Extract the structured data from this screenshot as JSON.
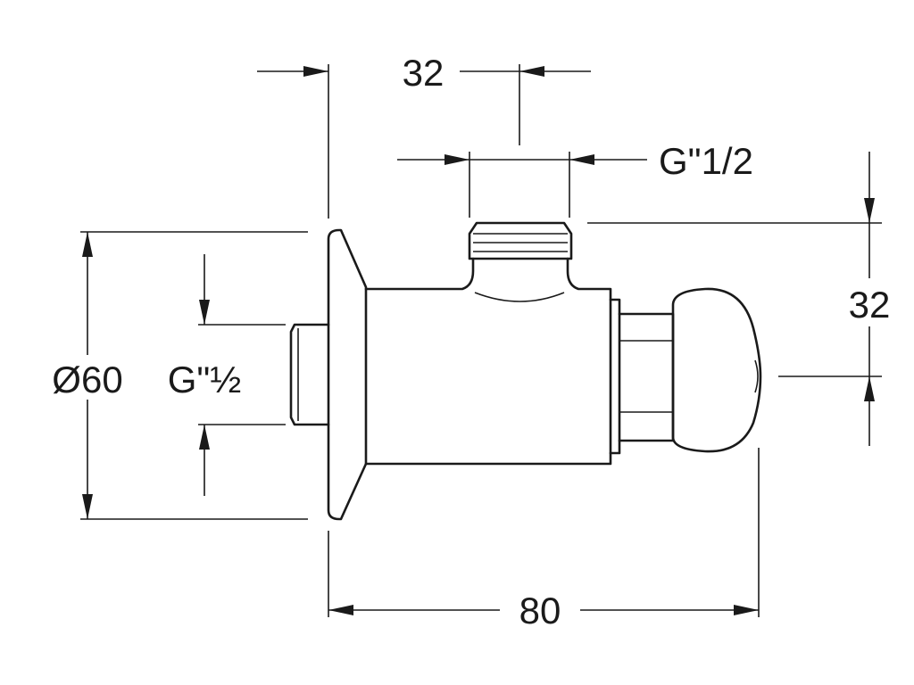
{
  "dimensions": {
    "top_width": "32",
    "top_thread": "G\"1/2",
    "right_height": "32",
    "flange_diameter": "Ø60",
    "inlet_thread": "G\"½",
    "overall_length": "80"
  }
}
